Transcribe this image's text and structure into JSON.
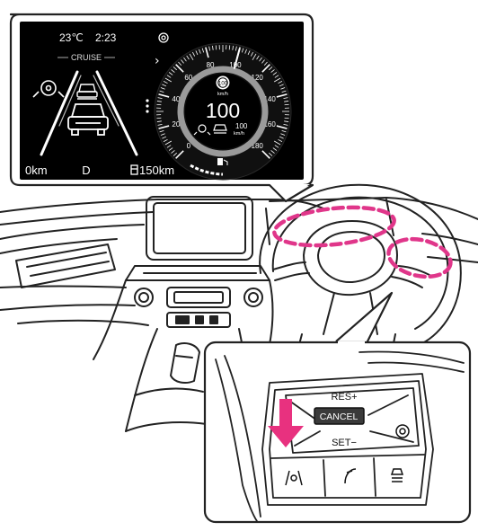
{
  "cluster": {
    "temperature": "23℃",
    "clock": "2:23",
    "mode_label": "CRUISE",
    "odometer": "0km",
    "gear": "D",
    "range": "150km",
    "speed": "100",
    "speed_unit": "km/h",
    "limit_speed": "100",
    "limit_unit": "km/h",
    "set_speed": "100",
    "set_unit": "km/h",
    "speed_ticks": [
      "0",
      "20",
      "40",
      "60",
      "80",
      "100",
      "120",
      "140",
      "160",
      "180"
    ]
  },
  "switch_panel": {
    "res_label": "RES+",
    "cancel_label": "CANCEL",
    "set_label": "SET−"
  },
  "colors": {
    "highlight": "#e0368a",
    "arrow": "#e8317f",
    "screen": "#000000"
  }
}
